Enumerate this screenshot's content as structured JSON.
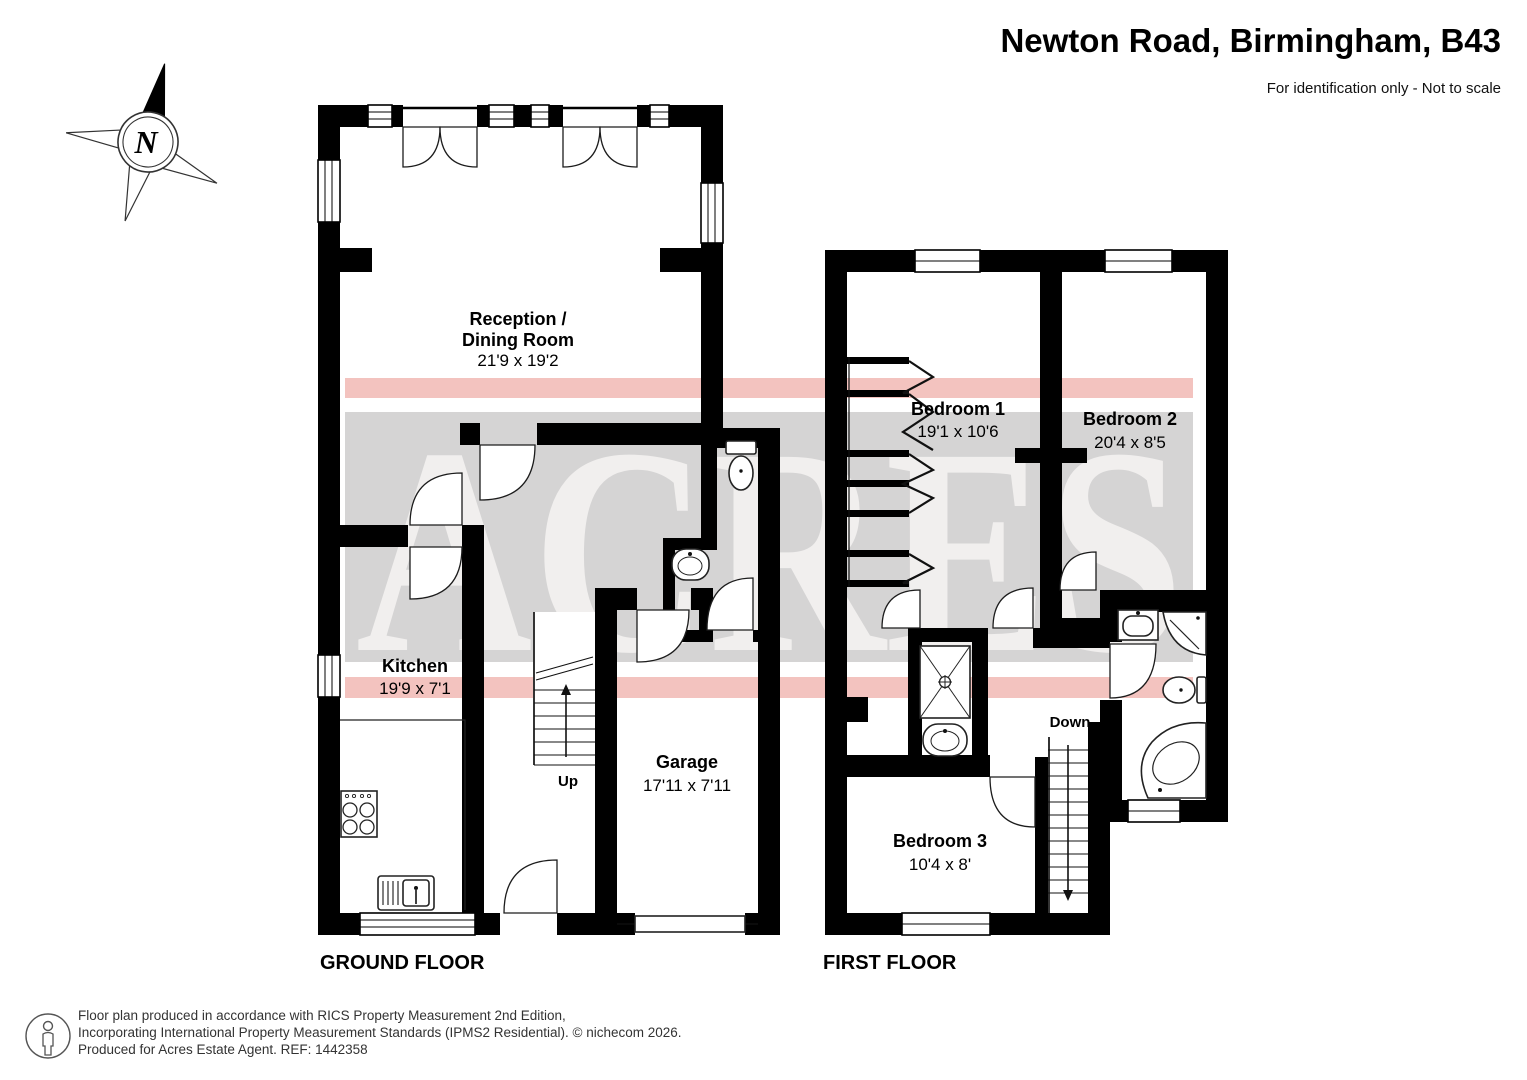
{
  "header": {
    "title": "Newton Road, Birmingham, B43",
    "disclaimer": "For identification only - Not to scale"
  },
  "compass": {
    "north": "N"
  },
  "watermark": {
    "text": "ACRES",
    "band_color": "#d5d4d4",
    "stripe_color": "#f3c3bf",
    "letter_color": "#f1efee"
  },
  "colors": {
    "wall": "#000000"
  },
  "floors": {
    "ground": {
      "label": "GROUND FLOOR",
      "stairs_label": "Up",
      "rooms": {
        "reception": {
          "name1": "Reception /",
          "name2": "Dining Room",
          "dims": "21'9 x 19'2"
        },
        "kitchen": {
          "name": "Kitchen",
          "dims": "19'9 x 7'1"
        },
        "garage": {
          "name": "Garage",
          "dims": "17'11 x 7'11"
        }
      }
    },
    "first": {
      "label": "FIRST FLOOR",
      "stairs_label": "Down",
      "rooms": {
        "bedroom1": {
          "name": "Bedroom 1",
          "dims": "19'1 x 10'6"
        },
        "bedroom2": {
          "name": "Bedroom 2",
          "dims": "20'4 x 8'5"
        },
        "bedroom3": {
          "name": "Bedroom 3",
          "dims": "10'4 x 8'"
        }
      }
    }
  },
  "footer": {
    "line1": "Floor plan produced in accordance with RICS Property Measurement 2nd Edition,",
    "line2": "Incorporating International Property Measurement Standards (IPMS2 Residential).   © nichecom 2026.",
    "line3": "Produced for Acres Estate Agent.  REF:  1442358"
  }
}
